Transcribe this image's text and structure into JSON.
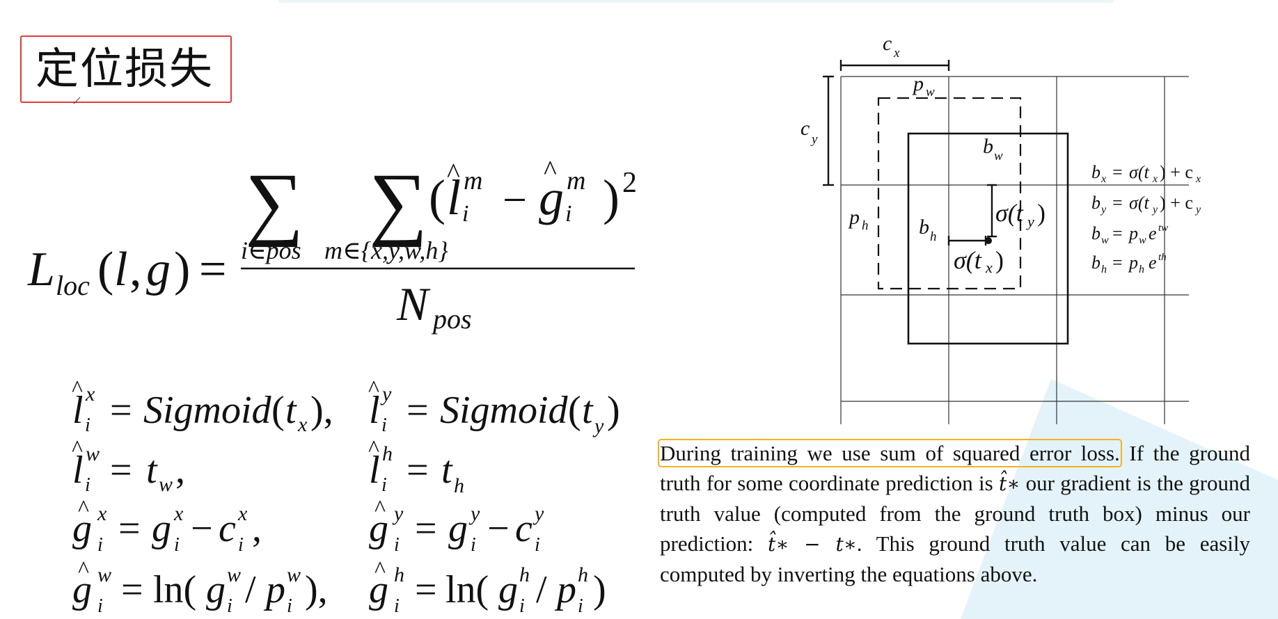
{
  "title": "定位损失",
  "loss_formula": {
    "lhs": "L_loc(l, g) =",
    "numerator": "Σ_{i∈pos} Σ_{m∈{x,y,w,h}} (l̂_i^m − ĝ_i^m)^2",
    "denominator": "N_pos"
  },
  "definitions": [
    "l̂_i^x = Sigmoid(t_x),",
    "l̂_i^y = Sigmoid(t_y)",
    "l̂_i^w = t_w,",
    "l̂_i^h = t_h",
    "ĝ_i^x = g_i^x − c_i^x,",
    "ĝ_i^y = g_i^y − c_i^y",
    "ĝ_i^w = ln(g_i^w / p_i^w),",
    "ĝ_i^h = ln(g_i^h / p_i^h)"
  ],
  "diagram": {
    "labels": {
      "cx": "c_x",
      "cy": "c_y",
      "pw": "p_w",
      "ph": "p_h",
      "bw": "b_w",
      "bh": "b_h",
      "sigma_ty": "σ(t_y)",
      "sigma_tx": "σ(t_x)"
    },
    "equations": [
      "b_x = σ(t_x) + c_x",
      "b_y = σ(t_y) + c_y",
      "b_w = p_w e^{t_w}",
      "b_h = p_h e^{t_h}"
    ]
  },
  "paper": {
    "highlighted": "During training we use sum of squared error loss.",
    "part1": " If the ground truth for some coordinate prediction is ",
    "math1": "t̂∗",
    "part2": " our gradient is the ground truth value (computed from the ground truth box) minus our prediction: ",
    "math2": "t̂∗ − t∗",
    "part3": ". This ground truth value can be easily computed by inverting the equations above."
  },
  "colors": {
    "title_border": "#e03a3a",
    "highlight": "#f2b21e",
    "watermark": "#cfe9f6"
  }
}
